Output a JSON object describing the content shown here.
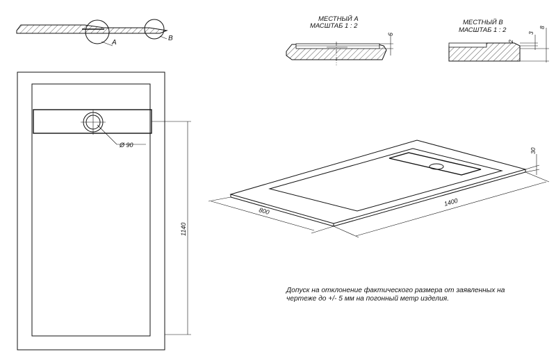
{
  "detail_a": {
    "title": "МЕСТНЫЙ А",
    "scale": "МАСШТАБ 1 : 2",
    "dim": "6"
  },
  "detail_b": {
    "title": "МЕСТНЫЙ В",
    "scale": "МАСШТАБ 1 : 2",
    "dims": [
      "2",
      "3",
      "8"
    ]
  },
  "section_labels": {
    "a": "A",
    "b": "B"
  },
  "plan": {
    "diameter": "Ø 90",
    "length": "1140"
  },
  "iso": {
    "width": "800",
    "length": "1400",
    "height": "30"
  },
  "note": {
    "line1": "Допуск на отклонение фактического размера от заявленных на",
    "line2": "чертеже до +/- 5 мм на погонный метр изделия."
  }
}
